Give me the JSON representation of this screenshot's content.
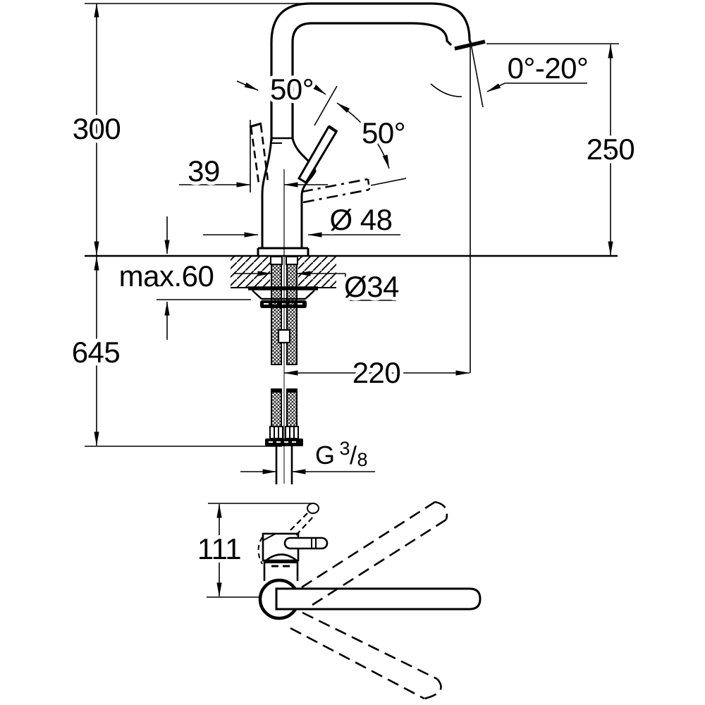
{
  "drawing": {
    "kind": "technical-dimension-drawing",
    "subject": "single-lever kitchen faucet with high L-spout, side elevation and top (plan) swivel view",
    "colors": {
      "line": "#000000",
      "background": "#ffffff"
    },
    "labels": {
      "overall_height": "300",
      "outlet_height": "250",
      "outlet_angle": "0°-20°",
      "handle_angle_rear": "50°",
      "handle_angle_front": "50°",
      "handle_offset": "39",
      "base_diameter": "Ø 48",
      "hole_diameter": "Ø34",
      "deck_thickness": "max.60",
      "hose_length": "645",
      "spout_reach": "220",
      "thread_prefix": "G",
      "thread_numerator": "3",
      "thread_slash": "/",
      "thread_denominator": "8",
      "swivel_depth": "111"
    }
  }
}
